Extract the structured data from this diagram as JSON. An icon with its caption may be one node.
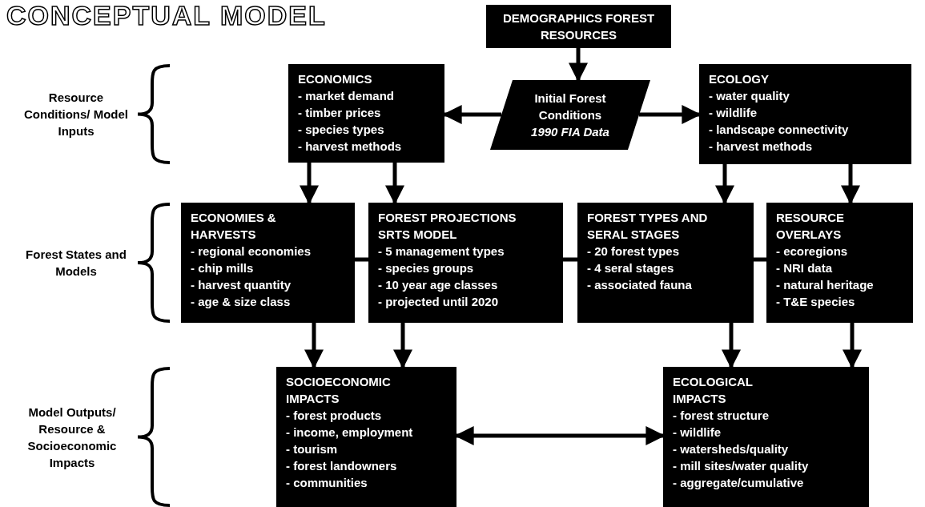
{
  "diagram": {
    "title": "CONCEPTUAL MODEL",
    "nodes": [
      {
        "text": [
          "DEMOGRAPHICS FOREST RESOURCES"
        ]
      },
      {
        "text": [
          "ECONOMICS",
          "- market demand",
          "- timber prices",
          "- species types",
          "- harvest methods"
        ]
      },
      {
        "text": [
          "Initial Forest Conditions",
          "1990 FIA Data"
        ]
      },
      {
        "text": [
          "ECOLOGY",
          "- water quality",
          "- wildlife",
          "- landscape connectivity",
          "- harvest methods"
        ]
      },
      {
        "text": [
          "ECONOMIES & HARVESTS",
          "- regional economies",
          "- chip mills",
          "- harvest quantity",
          "- age & size class"
        ]
      },
      {
        "text": [
          "FOREST PROJECTIONS SRTS MODEL",
          "- 5 management types",
          "- species groups",
          "- 10 year age classes",
          "- projected until 2020"
        ]
      },
      {
        "text": [
          "FOREST TYPES AND SERAL STAGES",
          "- 20 forest types",
          "- 4 seral stages",
          "- associated fauna"
        ]
      },
      {
        "text": [
          "RESOURCE OVERLAYS",
          "- ecoregions",
          "- NRI data",
          "- natural heritage",
          "- T&E species"
        ]
      },
      {
        "text": [
          "SOCIOECONOMIC IMPACTS",
          "- forest products",
          "- income, employment",
          "- tourism",
          "- forest landowners",
          "- communities"
        ]
      },
      {
        "text": [
          "ECOLOGICAL IMPACTS",
          "- forest structure",
          "- wildlife",
          "- watersheds/quality",
          "- mill sites/water quality",
          "- aggregate/cumulative"
        ]
      }
    ],
    "edges": [
      {
        "from": 0,
        "to": 2,
        "arrow": "to"
      },
      {
        "from": 2,
        "to": 1,
        "arrow": "to"
      },
      {
        "from": 2,
        "to": 3,
        "arrow": "to"
      },
      {
        "from": 1,
        "to": 4,
        "arrow": "to"
      },
      {
        "from": 1,
        "to": 5,
        "arrow": "to"
      },
      {
        "from": 3,
        "to": 6,
        "arrow": "to"
      },
      {
        "from": 3,
        "to": 7,
        "arrow": "to"
      },
      {
        "from": 4,
        "to": 5,
        "arrow": "none"
      },
      {
        "from": 5,
        "to": 6,
        "arrow": "none"
      },
      {
        "from": 6,
        "to": 7,
        "arrow": "none"
      },
      {
        "from": 4,
        "to": 8,
        "arrow": "to"
      },
      {
        "from": 5,
        "to": 8,
        "arrow": "to"
      },
      {
        "from": 6,
        "to": 9,
        "arrow": "to"
      },
      {
        "from": 7,
        "to": 9,
        "arrow": "to"
      },
      {
        "from": 8,
        "to": 9,
        "arrow": "both"
      }
    ],
    "labels": [
      "Resource Conditions/ Model Inputs",
      "Forest States and Models",
      "Model Outputs/ Resource & Socioeconomic Impacts"
    ]
  }
}
